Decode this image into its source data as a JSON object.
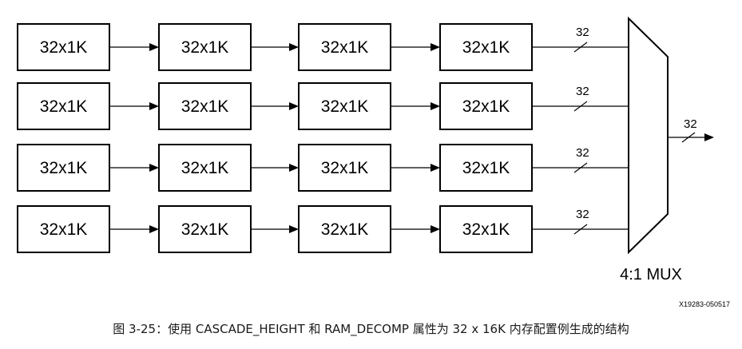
{
  "diagram": {
    "rows": [
      [
        "32x1K",
        "32x1K",
        "32x1K",
        "32x1K"
      ],
      [
        "32x1K",
        "32x1K",
        "32x1K",
        "32x1K"
      ],
      [
        "32x1K",
        "32x1K",
        "32x1K",
        "32x1K"
      ],
      [
        "32x1K",
        "32x1K",
        "32x1K",
        "32x1K"
      ]
    ],
    "input_bus_widths": [
      "32",
      "32",
      "32",
      "32"
    ],
    "mux_label": "4:1 MUX",
    "output_bus_width": "32",
    "figure_id": "X19283-050517"
  },
  "caption": "图 3-25：使用 CASCADE_HEIGHT 和 RAM_DECOMP 属性为 32 x 16K 内存配置例生成的结构"
}
